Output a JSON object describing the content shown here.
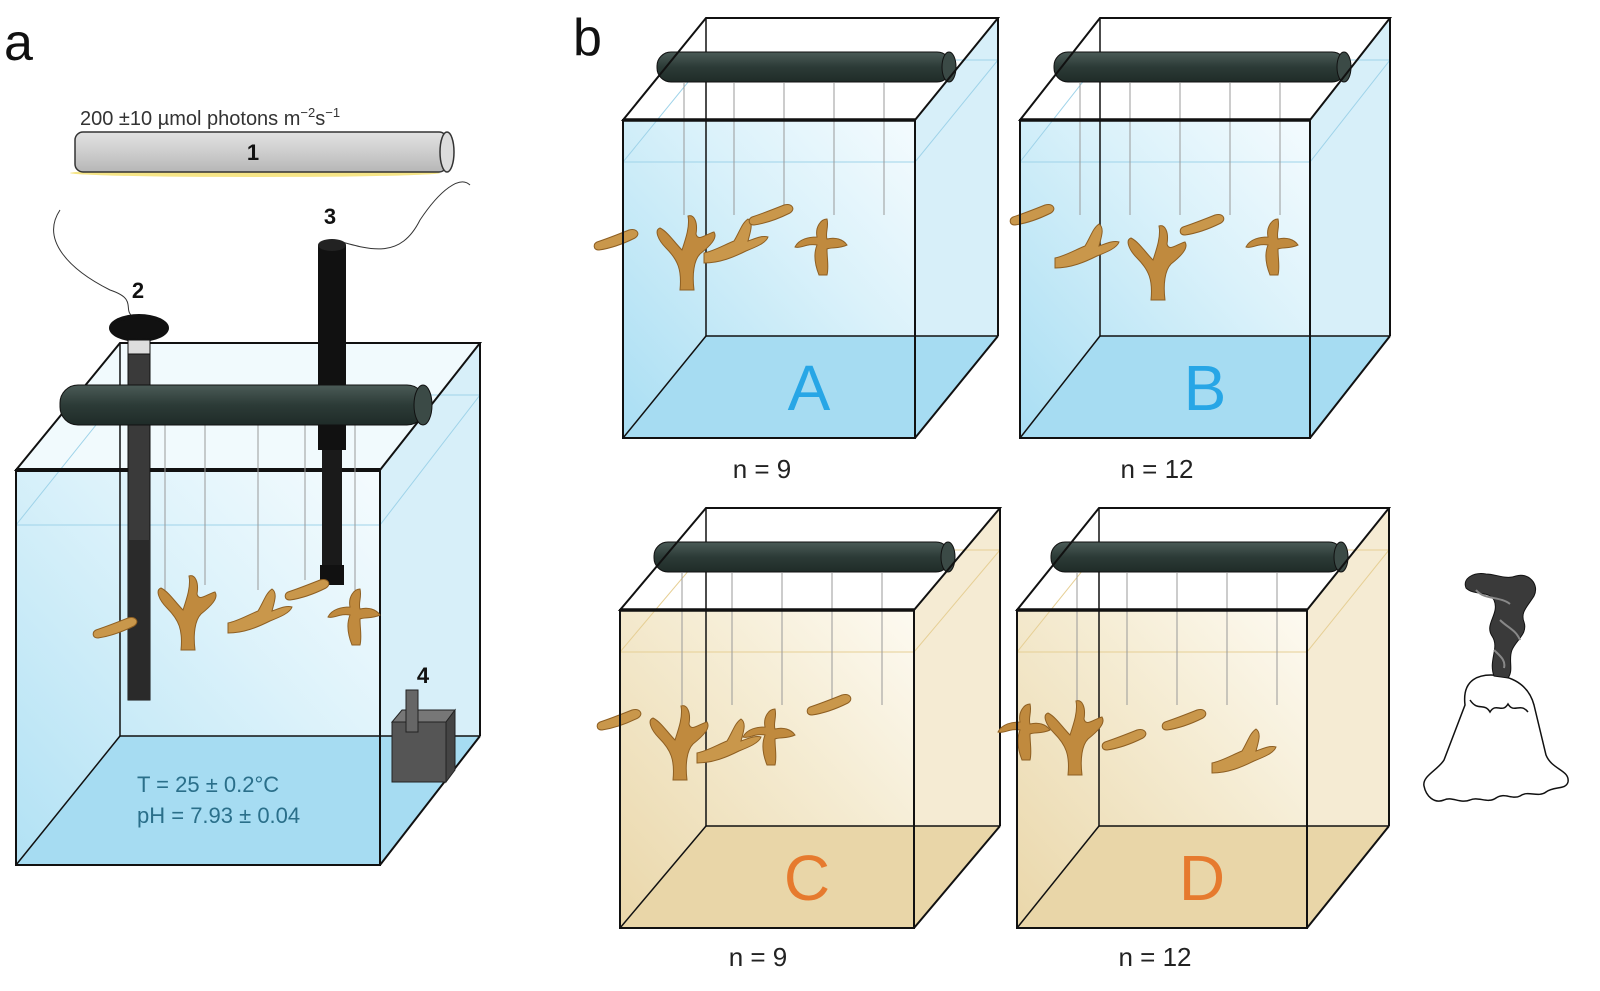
{
  "panel_a": {
    "label": "a",
    "light_label": "200 ±10 µmol photons m",
    "light_exp1": "−2",
    "light_mid": "s",
    "light_exp2": "−1",
    "numbers": [
      "1",
      "2",
      "3",
      "4"
    ],
    "conditions": [
      "T = 25 ± 0.2°C",
      "pH = 7.93 ± 0.04"
    ],
    "colors": {
      "water": "#bfe6f5",
      "coral": "#c08a3e",
      "bar": "#2f3f3b"
    }
  },
  "panel_b": {
    "label": "b",
    "tanks": [
      {
        "letter": "A",
        "n": "n = 9",
        "water": "blue",
        "letter_color": "#27a6e6"
      },
      {
        "letter": "B",
        "n": "n = 12",
        "water": "blue",
        "letter_color": "#27a6e6"
      },
      {
        "letter": "C",
        "n": "n = 9",
        "water": "beige",
        "letter_color": "#e67a2e"
      },
      {
        "letter": "D",
        "n": "n = 12",
        "water": "beige",
        "letter_color": "#e67a2e"
      }
    ],
    "volcano_icon": "volcano-icon"
  }
}
